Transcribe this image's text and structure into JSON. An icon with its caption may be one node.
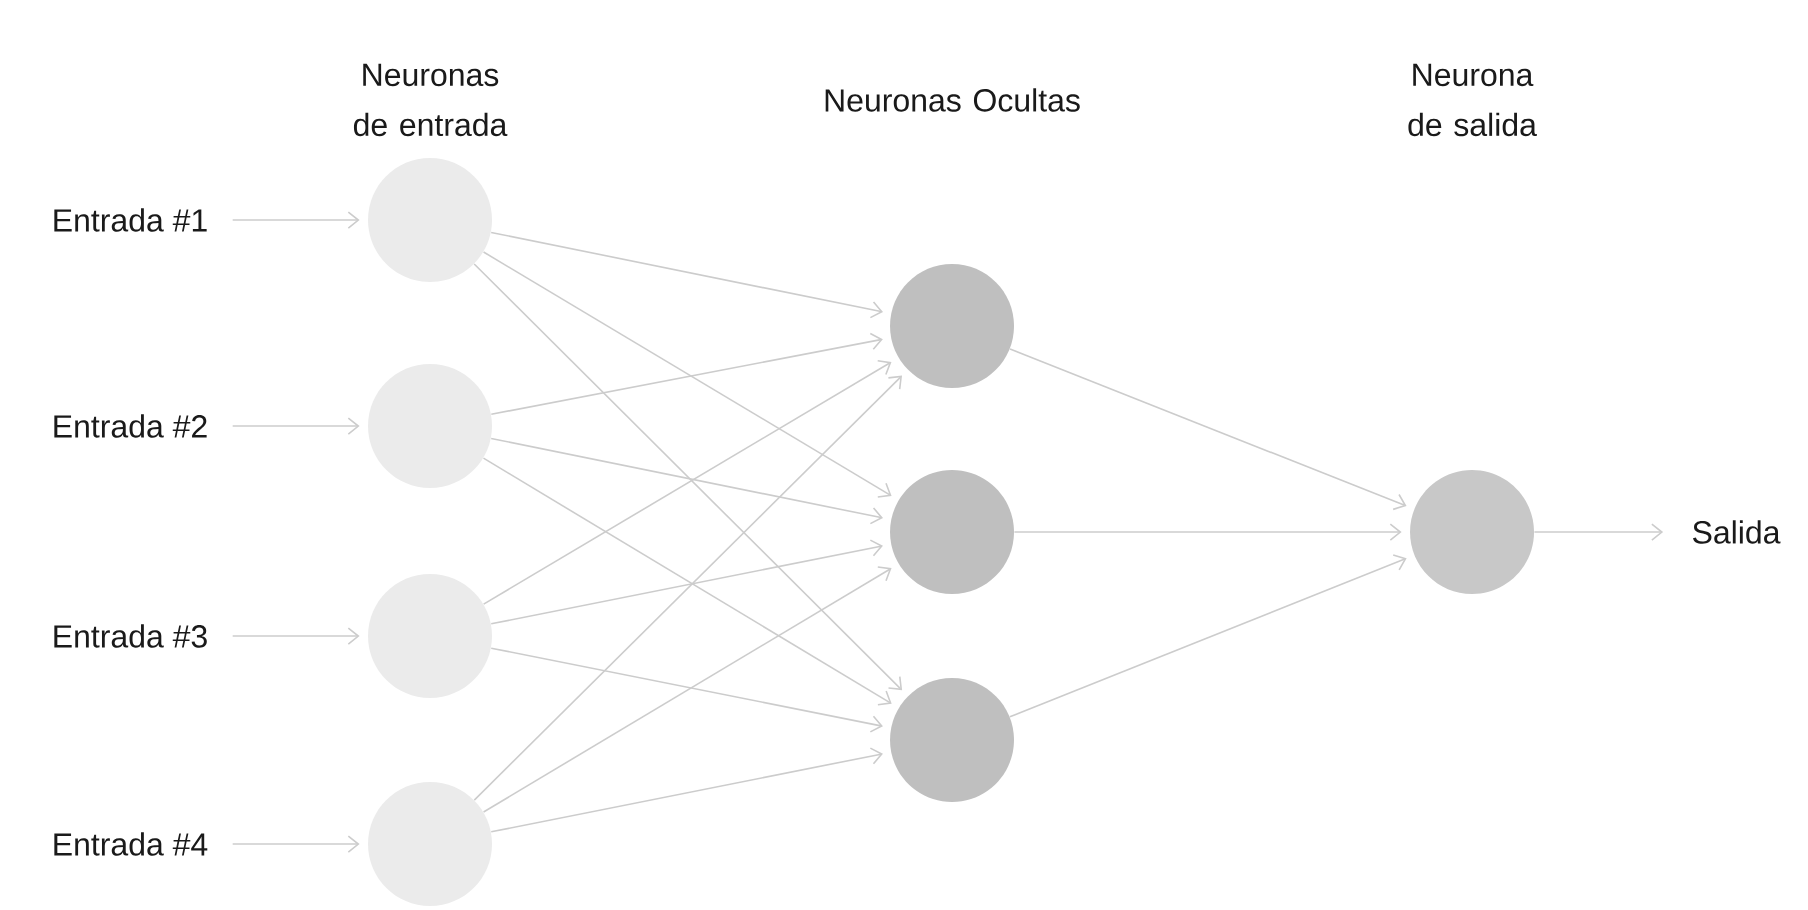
{
  "diagram": {
    "nodes": [
      {
        "text": [
          "Entrada #1"
        ]
      },
      {
        "text": [
          "Entrada #2"
        ]
      },
      {
        "text": [
          "Entrada #3"
        ]
      },
      {
        "text": [
          "Entrada #4"
        ]
      },
      {
        "text": [],
        "shape": "circle"
      },
      {
        "text": [],
        "shape": "circle"
      },
      {
        "text": [],
        "shape": "circle"
      },
      {
        "text": [],
        "shape": "circle"
      },
      {
        "text": [],
        "shape": "circle"
      },
      {
        "text": [],
        "shape": "circle"
      },
      {
        "text": [],
        "shape": "circle"
      },
      {
        "text": [],
        "shape": "circle"
      },
      {
        "text": [
          "Salida"
        ]
      }
    ],
    "edges": [
      {
        "from": 0,
        "to": 4,
        "arrow": "to"
      },
      {
        "from": 1,
        "to": 5,
        "arrow": "to"
      },
      {
        "from": 2,
        "to": 6,
        "arrow": "to"
      },
      {
        "from": 3,
        "to": 7,
        "arrow": "to"
      },
      {
        "from": 4,
        "to": 8,
        "arrow": "to"
      },
      {
        "from": 4,
        "to": 9,
        "arrow": "to"
      },
      {
        "from": 4,
        "to": 10,
        "arrow": "to"
      },
      {
        "from": 5,
        "to": 8,
        "arrow": "to"
      },
      {
        "from": 5,
        "to": 9,
        "arrow": "to"
      },
      {
        "from": 5,
        "to": 10,
        "arrow": "to"
      },
      {
        "from": 6,
        "to": 8,
        "arrow": "to"
      },
      {
        "from": 6,
        "to": 9,
        "arrow": "to"
      },
      {
        "from": 6,
        "to": 10,
        "arrow": "to"
      },
      {
        "from": 7,
        "to": 8,
        "arrow": "to"
      },
      {
        "from": 7,
        "to": 9,
        "arrow": "to"
      },
      {
        "from": 7,
        "to": 10,
        "arrow": "to"
      },
      {
        "from": 8,
        "to": 11,
        "arrow": "to"
      },
      {
        "from": 9,
        "to": 11,
        "arrow": "to"
      },
      {
        "from": 10,
        "to": 11,
        "arrow": "to"
      },
      {
        "from": 11,
        "to": 12,
        "arrow": "to"
      }
    ],
    "labels": [
      "Neuronas de entrada",
      "Neuronas Ocultas",
      "Neurona de salida"
    ]
  }
}
